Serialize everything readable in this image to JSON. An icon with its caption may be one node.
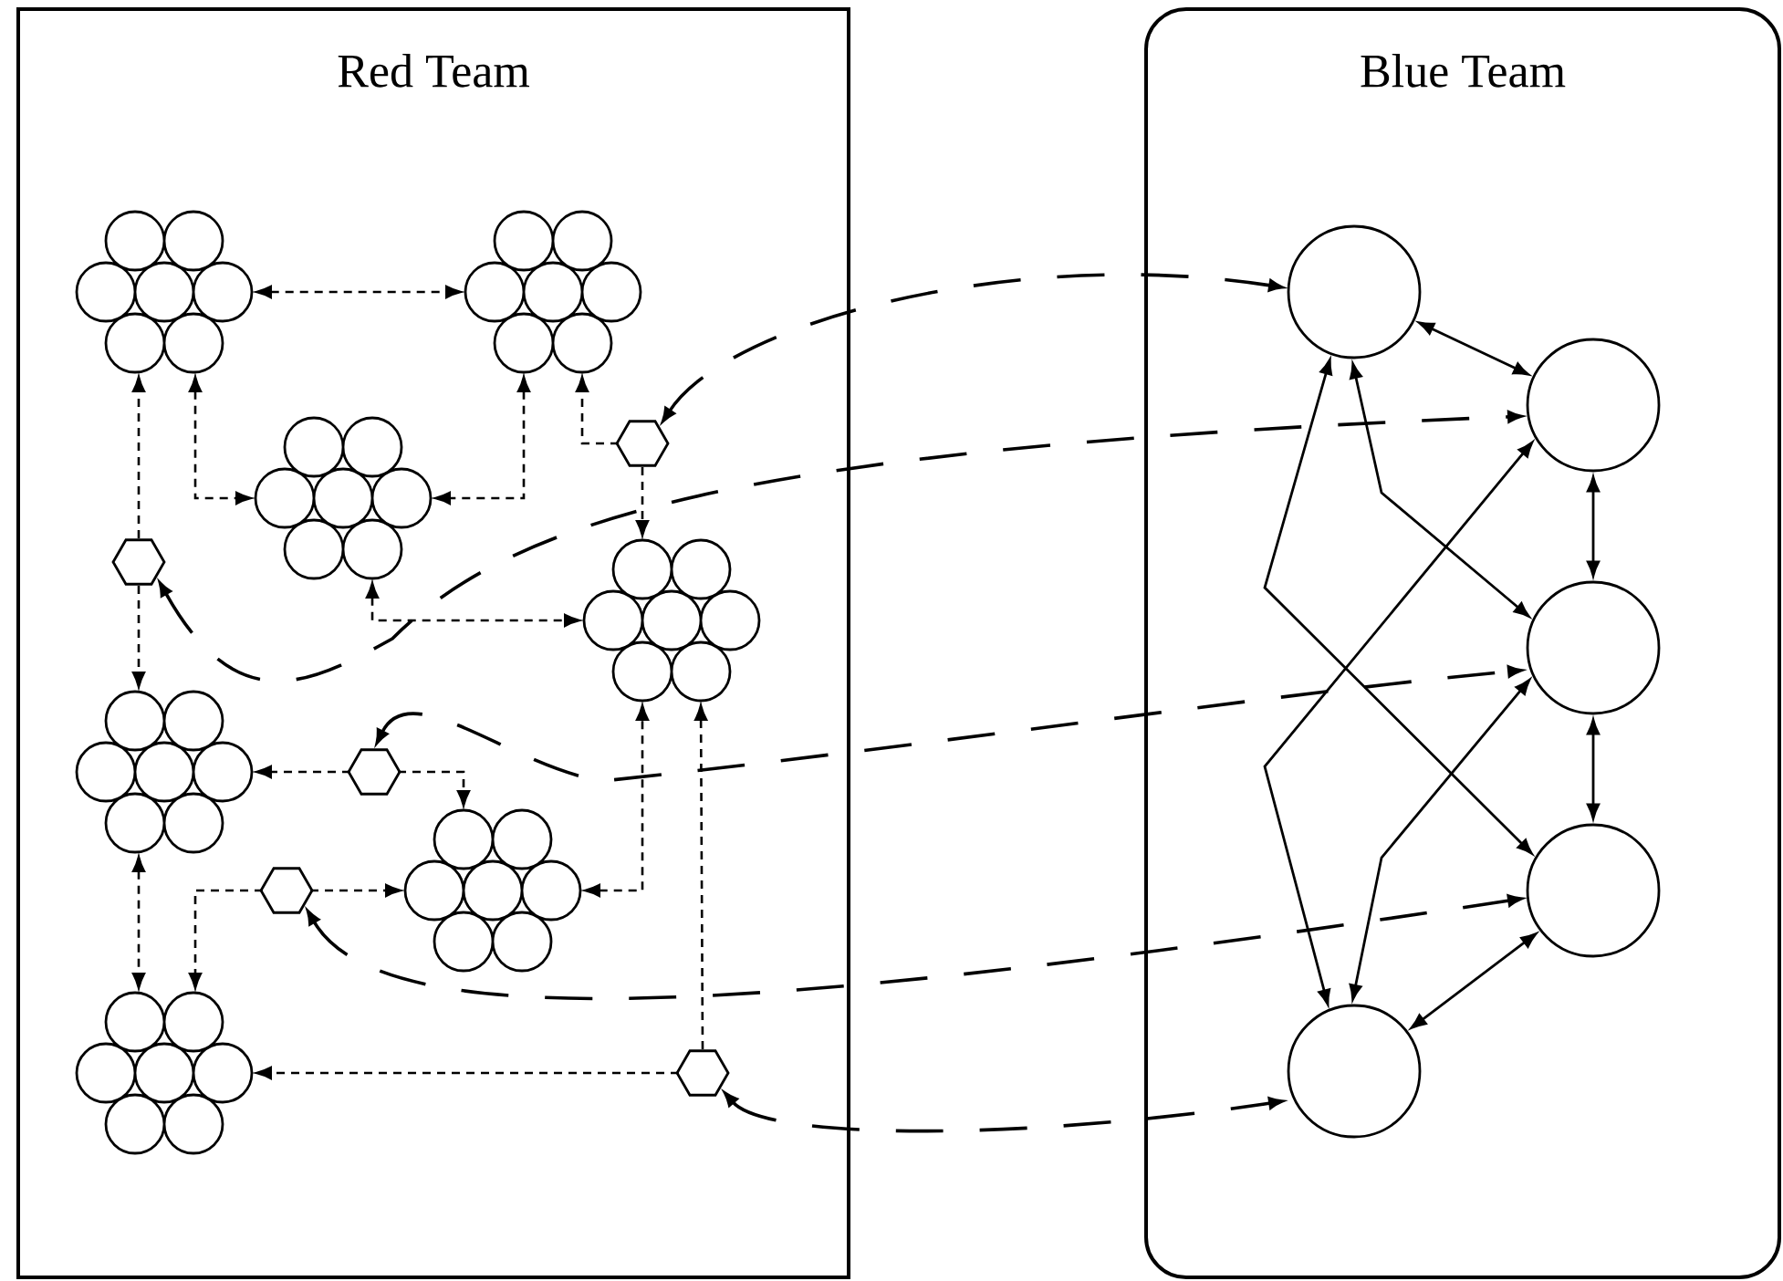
{
  "diagram": {
    "nodes": [
      {
        "text": [
          "Red Team"
        ]
      },
      {
        "text": [],
        "shape": "cluster",
        "in": 0
      },
      {
        "text": [],
        "shape": "cluster",
        "in": 0
      },
      {
        "text": [],
        "shape": "hexagon",
        "in": 0
      },
      {
        "text": [],
        "shape": "cluster",
        "in": 0
      },
      {
        "text": [],
        "shape": "hexagon",
        "in": 0
      },
      {
        "text": [],
        "shape": "cluster",
        "in": 0
      },
      {
        "text": [],
        "shape": "cluster",
        "in": 0
      },
      {
        "text": [],
        "shape": "hexagon",
        "in": 0
      },
      {
        "text": [],
        "shape": "hexagon",
        "in": 0
      },
      {
        "text": [],
        "shape": "cluster",
        "in": 0
      },
      {
        "text": [],
        "shape": "cluster",
        "in": 0
      },
      {
        "text": [],
        "shape": "hexagon",
        "in": 0
      },
      {
        "text": [
          "Blue Team"
        ]
      },
      {
        "text": [],
        "shape": "circle",
        "in": 13
      },
      {
        "text": [],
        "shape": "circle",
        "in": 13
      },
      {
        "text": [],
        "shape": "circle",
        "in": 13
      },
      {
        "text": [],
        "shape": "circle",
        "in": 13
      },
      {
        "text": [],
        "shape": "circle",
        "in": 13
      }
    ],
    "edges": [
      {
        "from": 1,
        "to": 2,
        "arrow": "both",
        "style": "dashed"
      },
      {
        "from": 5,
        "to": 1,
        "arrow": "to",
        "style": "dashed"
      },
      {
        "from": 5,
        "to": 7,
        "arrow": "to",
        "style": "dashed"
      },
      {
        "from": 1,
        "to": 4,
        "arrow": "both",
        "style": "dashed"
      },
      {
        "from": 2,
        "to": 4,
        "arrow": "both",
        "style": "dashed"
      },
      {
        "from": 3,
        "to": 2,
        "arrow": "to",
        "style": "dashed"
      },
      {
        "from": 3,
        "to": 6,
        "arrow": "to",
        "style": "dashed"
      },
      {
        "from": 4,
        "to": 6,
        "arrow": "both",
        "style": "dashed"
      },
      {
        "from": 8,
        "to": 7,
        "arrow": "to",
        "style": "dashed"
      },
      {
        "from": 8,
        "to": 10,
        "arrow": "to",
        "style": "dashed"
      },
      {
        "from": 9,
        "to": 10,
        "arrow": "to",
        "style": "dashed"
      },
      {
        "from": 9,
        "to": 11,
        "arrow": "to",
        "style": "dashed"
      },
      {
        "from": 7,
        "to": 11,
        "arrow": "both",
        "style": "dashed"
      },
      {
        "from": 10,
        "to": 6,
        "arrow": "both",
        "style": "dashed"
      },
      {
        "from": 12,
        "to": 11,
        "arrow": "to",
        "style": "dashed"
      },
      {
        "from": 12,
        "to": 6,
        "arrow": "to",
        "style": "dashed"
      },
      {
        "from": 3,
        "to": 14,
        "arrow": "both",
        "style": "dashed"
      },
      {
        "from": 5,
        "to": 15,
        "arrow": "both",
        "style": "dashed"
      },
      {
        "from": 8,
        "to": 16,
        "arrow": "both",
        "style": "dashed"
      },
      {
        "from": 9,
        "to": 17,
        "arrow": "both",
        "style": "dashed"
      },
      {
        "from": 12,
        "to": 18,
        "arrow": "both",
        "style": "dashed"
      },
      {
        "from": 14,
        "to": 15,
        "arrow": "both"
      },
      {
        "from": 15,
        "to": 16,
        "arrow": "both"
      },
      {
        "from": 16,
        "to": 17,
        "arrow": "both"
      },
      {
        "from": 17,
        "to": 18,
        "arrow": "both"
      },
      {
        "from": 14,
        "to": 17,
        "arrow": "both"
      },
      {
        "from": 14,
        "to": 16,
        "arrow": "both"
      },
      {
        "from": 18,
        "to": 15,
        "arrow": "both"
      },
      {
        "from": 18,
        "to": 16,
        "arrow": "both"
      }
    ]
  }
}
